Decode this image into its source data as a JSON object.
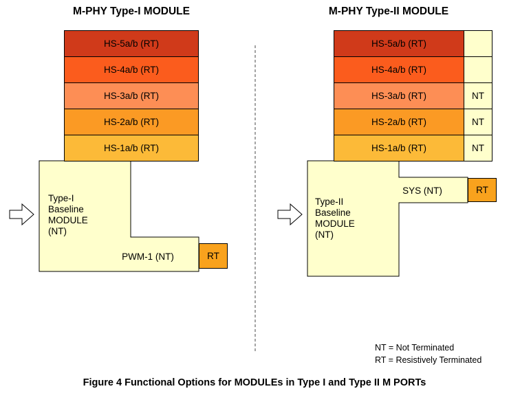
{
  "left": {
    "title": "M-PHY Type-I MODULE",
    "hs_bars": [
      {
        "label": "HS-5a/b (RT)",
        "color": "#d03a1a"
      },
      {
        "label": "HS-4a/b (RT)",
        "color": "#fb5c1d"
      },
      {
        "label": "HS-3a/b (RT)",
        "color": "#fd8e55"
      },
      {
        "label": "HS-2a/b (RT)",
        "color": "#fb9a24"
      },
      {
        "label": "HS-1a/b (RT)",
        "color": "#fcba38"
      }
    ],
    "baseline_label": "Type-I\nBaseline\nMODULE\n(NT)",
    "pwm_label": "PWM-1 (NT)",
    "rt_badge": "RT"
  },
  "right": {
    "title": "M-PHY Type-II MODULE",
    "hs_bars": [
      {
        "label": "HS-5a/b (RT)",
        "color": "#d03a1a",
        "termination": ""
      },
      {
        "label": "HS-4a/b (RT)",
        "color": "#fb5c1d",
        "termination": ""
      },
      {
        "label": "HS-3a/b (RT)",
        "color": "#fd8e55",
        "termination": "NT"
      },
      {
        "label": "HS-2a/b (RT)",
        "color": "#fb9a24",
        "termination": "NT"
      },
      {
        "label": "HS-1a/b (RT)",
        "color": "#fcba38",
        "termination": "NT"
      }
    ],
    "baseline_label": "Type-II\nBaseline\nMODULE\n(NT)",
    "sys_label": "SYS (NT)",
    "rt_badge": "RT"
  },
  "colors": {
    "module_fill": "#ffffcc",
    "rt_fill": "#f9a21d"
  },
  "legend": {
    "line1": "NT = Not Terminated",
    "line2": "RT = Resistively Terminated"
  },
  "caption": "Figure 4 Functional Options for MODULEs in Type I and Type II M PORTs"
}
